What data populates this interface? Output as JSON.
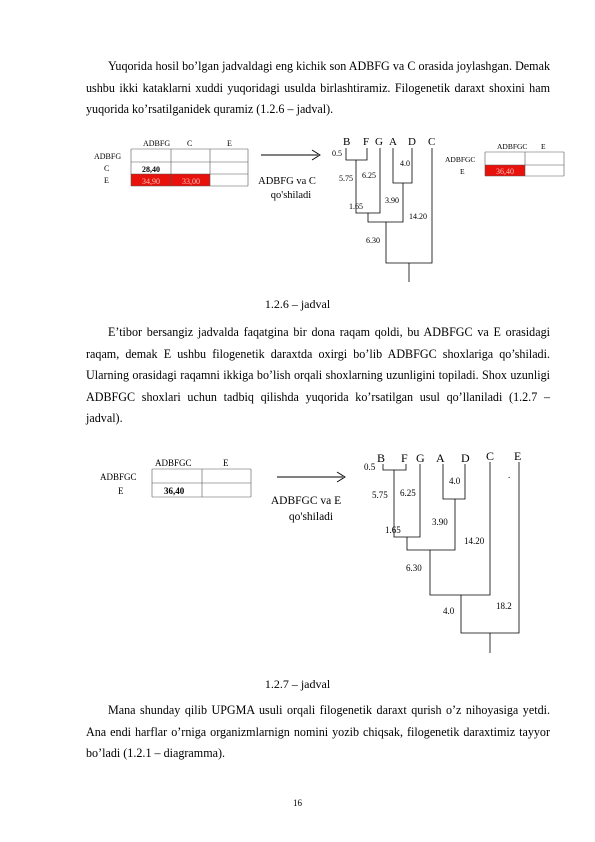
{
  "paragraphs": [
    "Yuqorida hosil bo’lgan jadvaldagi eng kichik son ADBFG va C orasida joylashgan. Demak ushbu ikki kataklarni xuddi yuqoridagi usulda birlashtiramiz. Filogenetik daraxt shoxini ham yuqorida ko’rsatilganidek quramiz (1.2.6 – jadval).",
    "E’tibor bersangiz jadvalda faqatgina bir dona raqam qoldi, bu ADBFGC va E orasidagi raqam, demak E ushbu filogenetik daraxtda oxirgi bo’lib ADBFGC shoxlariga qo’shiladi. Ularning orasidagi raqamni ikkiga bo’lish orqali shoxlarning uzunligini topiladi. Shox uzunligi ADBFGC shoxlari uchun tadbiq qilishda yuqorida ko’rsatilgan usul qo’llaniladi (1.2.7 – jadval).",
    "Mana shunday qilib UPGMA usuli orqali filogenetik daraxt qurish o’z nihoyasiga yetdi. Ana endi harflar o’rniga organizmlarnign nomini yozib chiqsak, filogenetik daraxtimiz tayyor bo’ladi (1.2.1 – diagramma)."
  ],
  "captions": {
    "fig1": "1.2.6 – jadval",
    "fig2": "1.2.7 – jadval"
  },
  "page_number": "16",
  "fig1": {
    "matrix_cols": [
      "ADBFG",
      "C",
      "E"
    ],
    "matrix_rows": [
      "ADBFG",
      "C",
      "E"
    ],
    "cells": {
      "c_adbfg": "28,40",
      "e_adbfg": "34,90",
      "e_c": "33,00"
    },
    "arrow_label_1": "ADBFG va C",
    "arrow_label_2": "qo'shiladi",
    "tree_leaves": [
      "B",
      "F",
      "G",
      "A",
      "D",
      "C"
    ],
    "branch_labels": [
      "0.5",
      "5.75",
      "6.25",
      "4.0",
      "1.65",
      "3.90",
      "14.20",
      "6.30"
    ],
    "result_cols": [
      "ADBFGC",
      "E"
    ],
    "result_row": "ADBFGC",
    "result_row2": "E",
    "result_value": "36,40"
  },
  "fig2": {
    "matrix_cols": [
      "ADBFGC",
      "E"
    ],
    "matrix_rows": [
      "ADBFGC",
      "E"
    ],
    "cell": "36,40",
    "arrow_label_1": "ADBFGC va E",
    "arrow_label_2": "qo'shiladi",
    "tree_leaves": [
      "B",
      "F",
      "G",
      "A",
      "D",
      "C",
      "E"
    ],
    "branch_labels": [
      "0.5",
      "5.75",
      "6.25",
      "4.0",
      "1.65",
      "3.90",
      "14.20",
      "6.30",
      "4.0",
      "18.2"
    ]
  },
  "colors": {
    "highlight": "#e8120c",
    "line": "#000000"
  }
}
